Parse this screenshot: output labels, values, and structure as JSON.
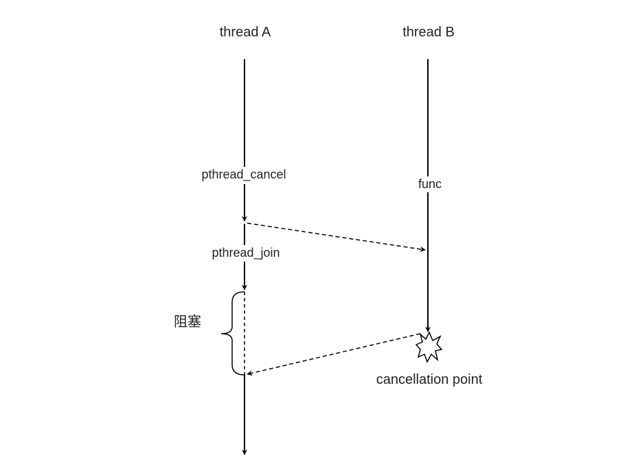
{
  "threads": {
    "a": {
      "title": "thread A"
    },
    "b": {
      "title": "thread B"
    }
  },
  "calls": {
    "cancel": "pthread_cancel",
    "join": "pthread_join",
    "func": "func"
  },
  "blocked_label": "阻塞",
  "cancellation_point": "cancellation point"
}
